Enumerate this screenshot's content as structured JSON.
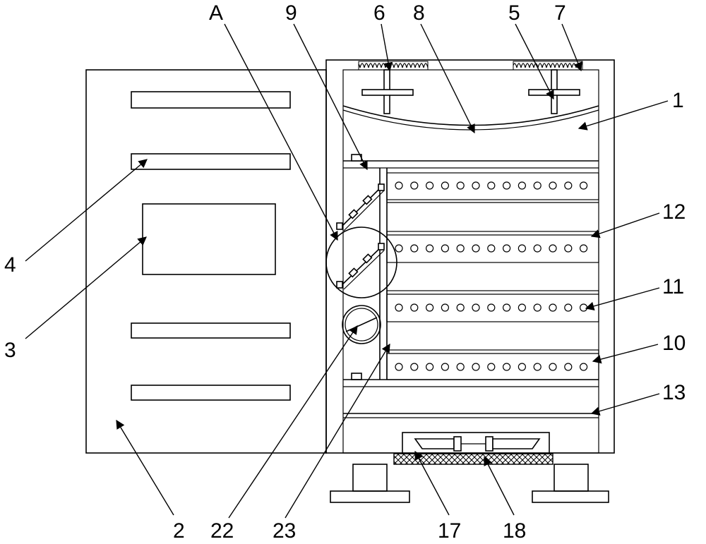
{
  "labels": {
    "A": "A",
    "n1": "1",
    "n2": "2",
    "n3": "3",
    "n4": "4",
    "n5": "5",
    "n6": "6",
    "n7": "7",
    "n8": "8",
    "n9": "9",
    "n10": "10",
    "n11": "11",
    "n12": "12",
    "n13": "13",
    "n17": "17",
    "n18": "18",
    "n22": "22",
    "n23": "23"
  }
}
